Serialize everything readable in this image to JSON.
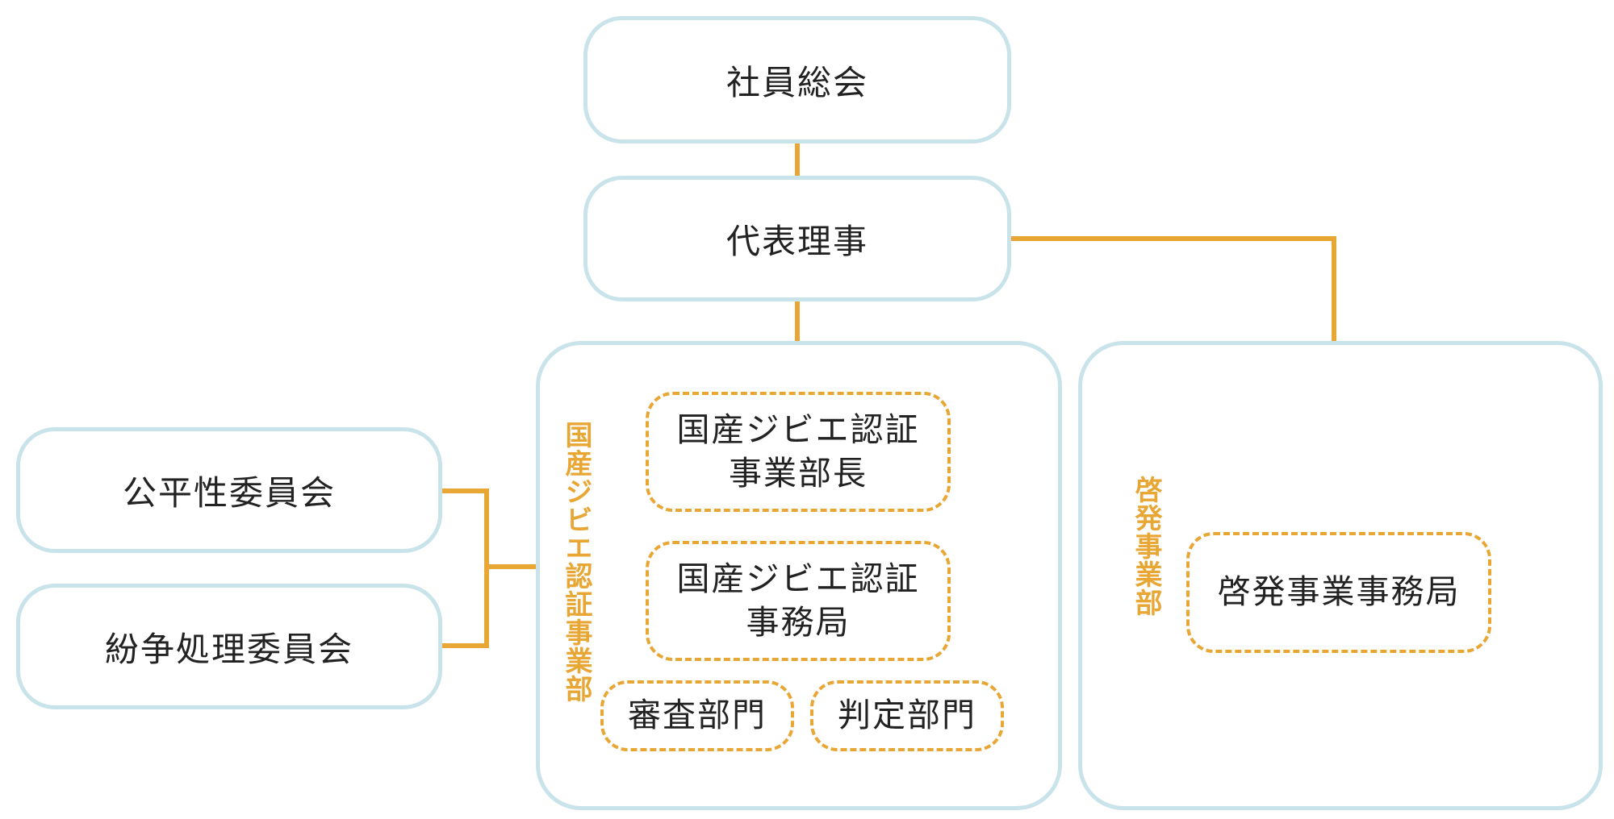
{
  "general_assembly": "社員総会",
  "representative_director": "代表理事",
  "fairness_committee": "公平性委員会",
  "dispute_committee": "紛争処理委員会",
  "certification_division": {
    "label": "国産ジビエ認証事業部",
    "head": [
      "国産ジビエ認証",
      "事業部長"
    ],
    "secretariat": [
      "国産ジビエ認証",
      "事務局"
    ],
    "review_section": "審査部門",
    "judgment_section": "判定部門"
  },
  "awareness_division": {
    "label": "啓発事業部",
    "secretariat": "啓発事業事務局"
  },
  "colors": {
    "box_border": "#c9e3ea",
    "accent": "#e8a634"
  }
}
